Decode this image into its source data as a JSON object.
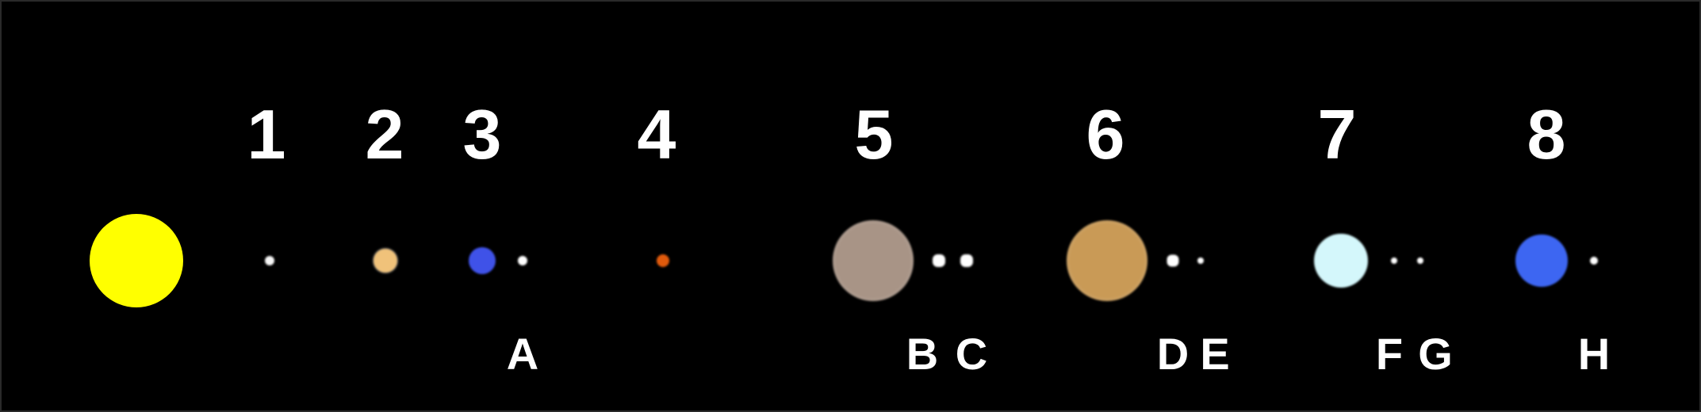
{
  "planet_numbers": [
    "1",
    "2",
    "3",
    "4",
    "5",
    "6",
    "7",
    "8"
  ],
  "moon_letters": [
    "A",
    "B",
    "C",
    "D",
    "E",
    "F",
    "G",
    "H"
  ],
  "colors": {
    "background": "#000000",
    "sun": "#ffff00",
    "planet_1": "#f5f5f5",
    "planet_2": "#f0c27a",
    "planet_3": "#3f52e8",
    "planet_4": "#e05a0c",
    "planet_5": "#a89486",
    "planet_6": "#c99a56",
    "planet_7": "#d4f7fb",
    "planet_8": "#3d66f2",
    "moons": "#ffffff"
  }
}
